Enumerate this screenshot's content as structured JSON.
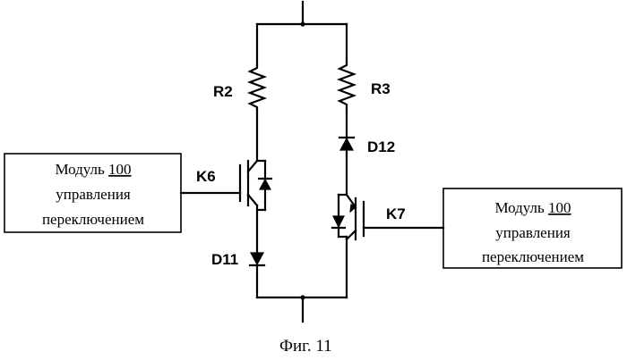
{
  "labels": {
    "r2": "R2",
    "r3": "R3",
    "k6": "K6",
    "k7": "K7",
    "d11": "D11",
    "d12": "D12"
  },
  "module_left": {
    "line1_prefix": "Модуль ",
    "line1_number": "100",
    "line2": "управления",
    "line3": "переключением"
  },
  "module_right": {
    "line1_prefix": "Модуль ",
    "line1_number": "100",
    "line2": "управления",
    "line3": "переключением"
  },
  "caption": "Фиг. 11"
}
